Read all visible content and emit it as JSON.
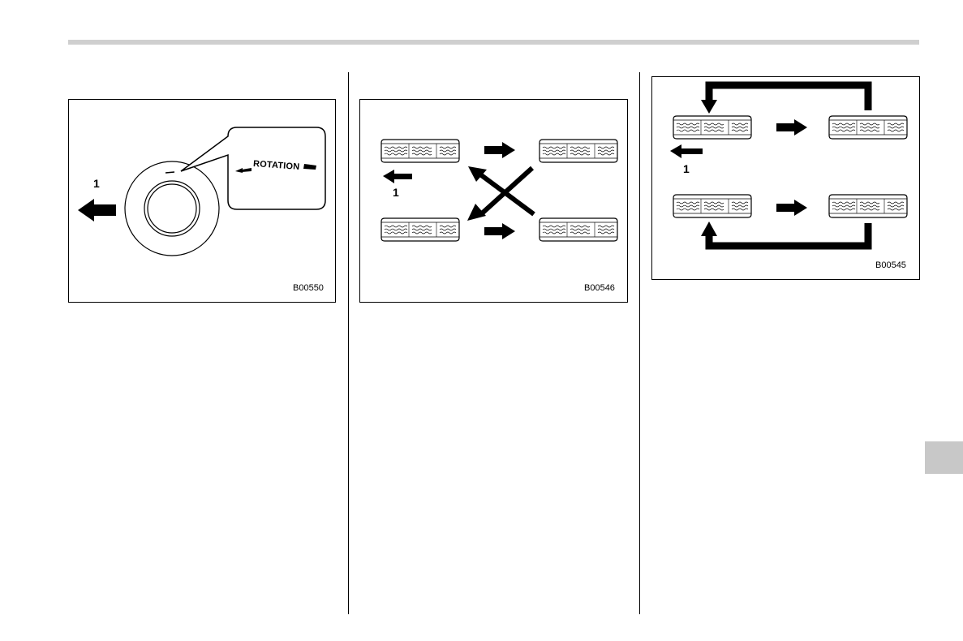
{
  "figures": [
    {
      "code": "B00550",
      "callout_label": "1",
      "rotation_text": "ROTATION"
    },
    {
      "code": "B00546",
      "callout_label": "1"
    },
    {
      "code": "B00545",
      "callout_label": "1"
    }
  ],
  "icons": {
    "front_direction": "arrow-left-icon",
    "tire_move": "arrow-right-icon",
    "cross_swap": "x-arrows-icon",
    "loop_swap": "loop-arrow-icon"
  }
}
